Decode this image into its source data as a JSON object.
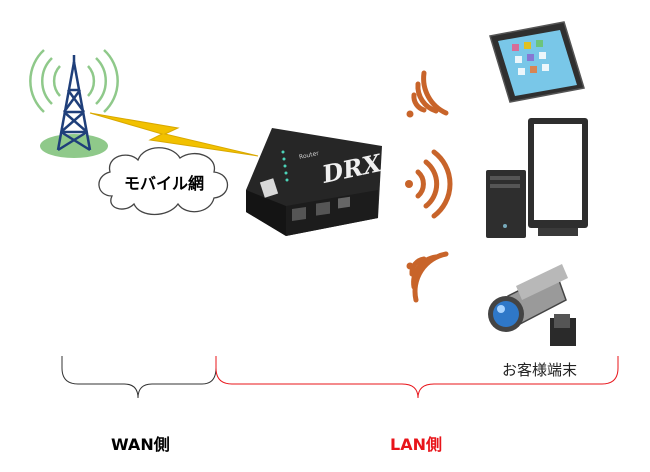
{
  "labels": {
    "mobile_network": "モバイル網",
    "customer_devices": "お客様端末",
    "wan_side": "WAN側",
    "lan_side": "LAN側",
    "router_brand": "Router",
    "router_model": "DRX"
  },
  "colors": {
    "wan_bracket": "#333333",
    "lan_bracket": "#e8141a",
    "wifi": "#c8642a",
    "lightning": "#f2c100",
    "tower": "#1f3f7a",
    "router_body": "#222222"
  },
  "icons": [
    "cell-tower-icon",
    "lightning-icon",
    "cloud-icon",
    "router-icon",
    "wifi-icon",
    "tablet-icon",
    "desktop-pc-icon",
    "security-camera-icon"
  ]
}
